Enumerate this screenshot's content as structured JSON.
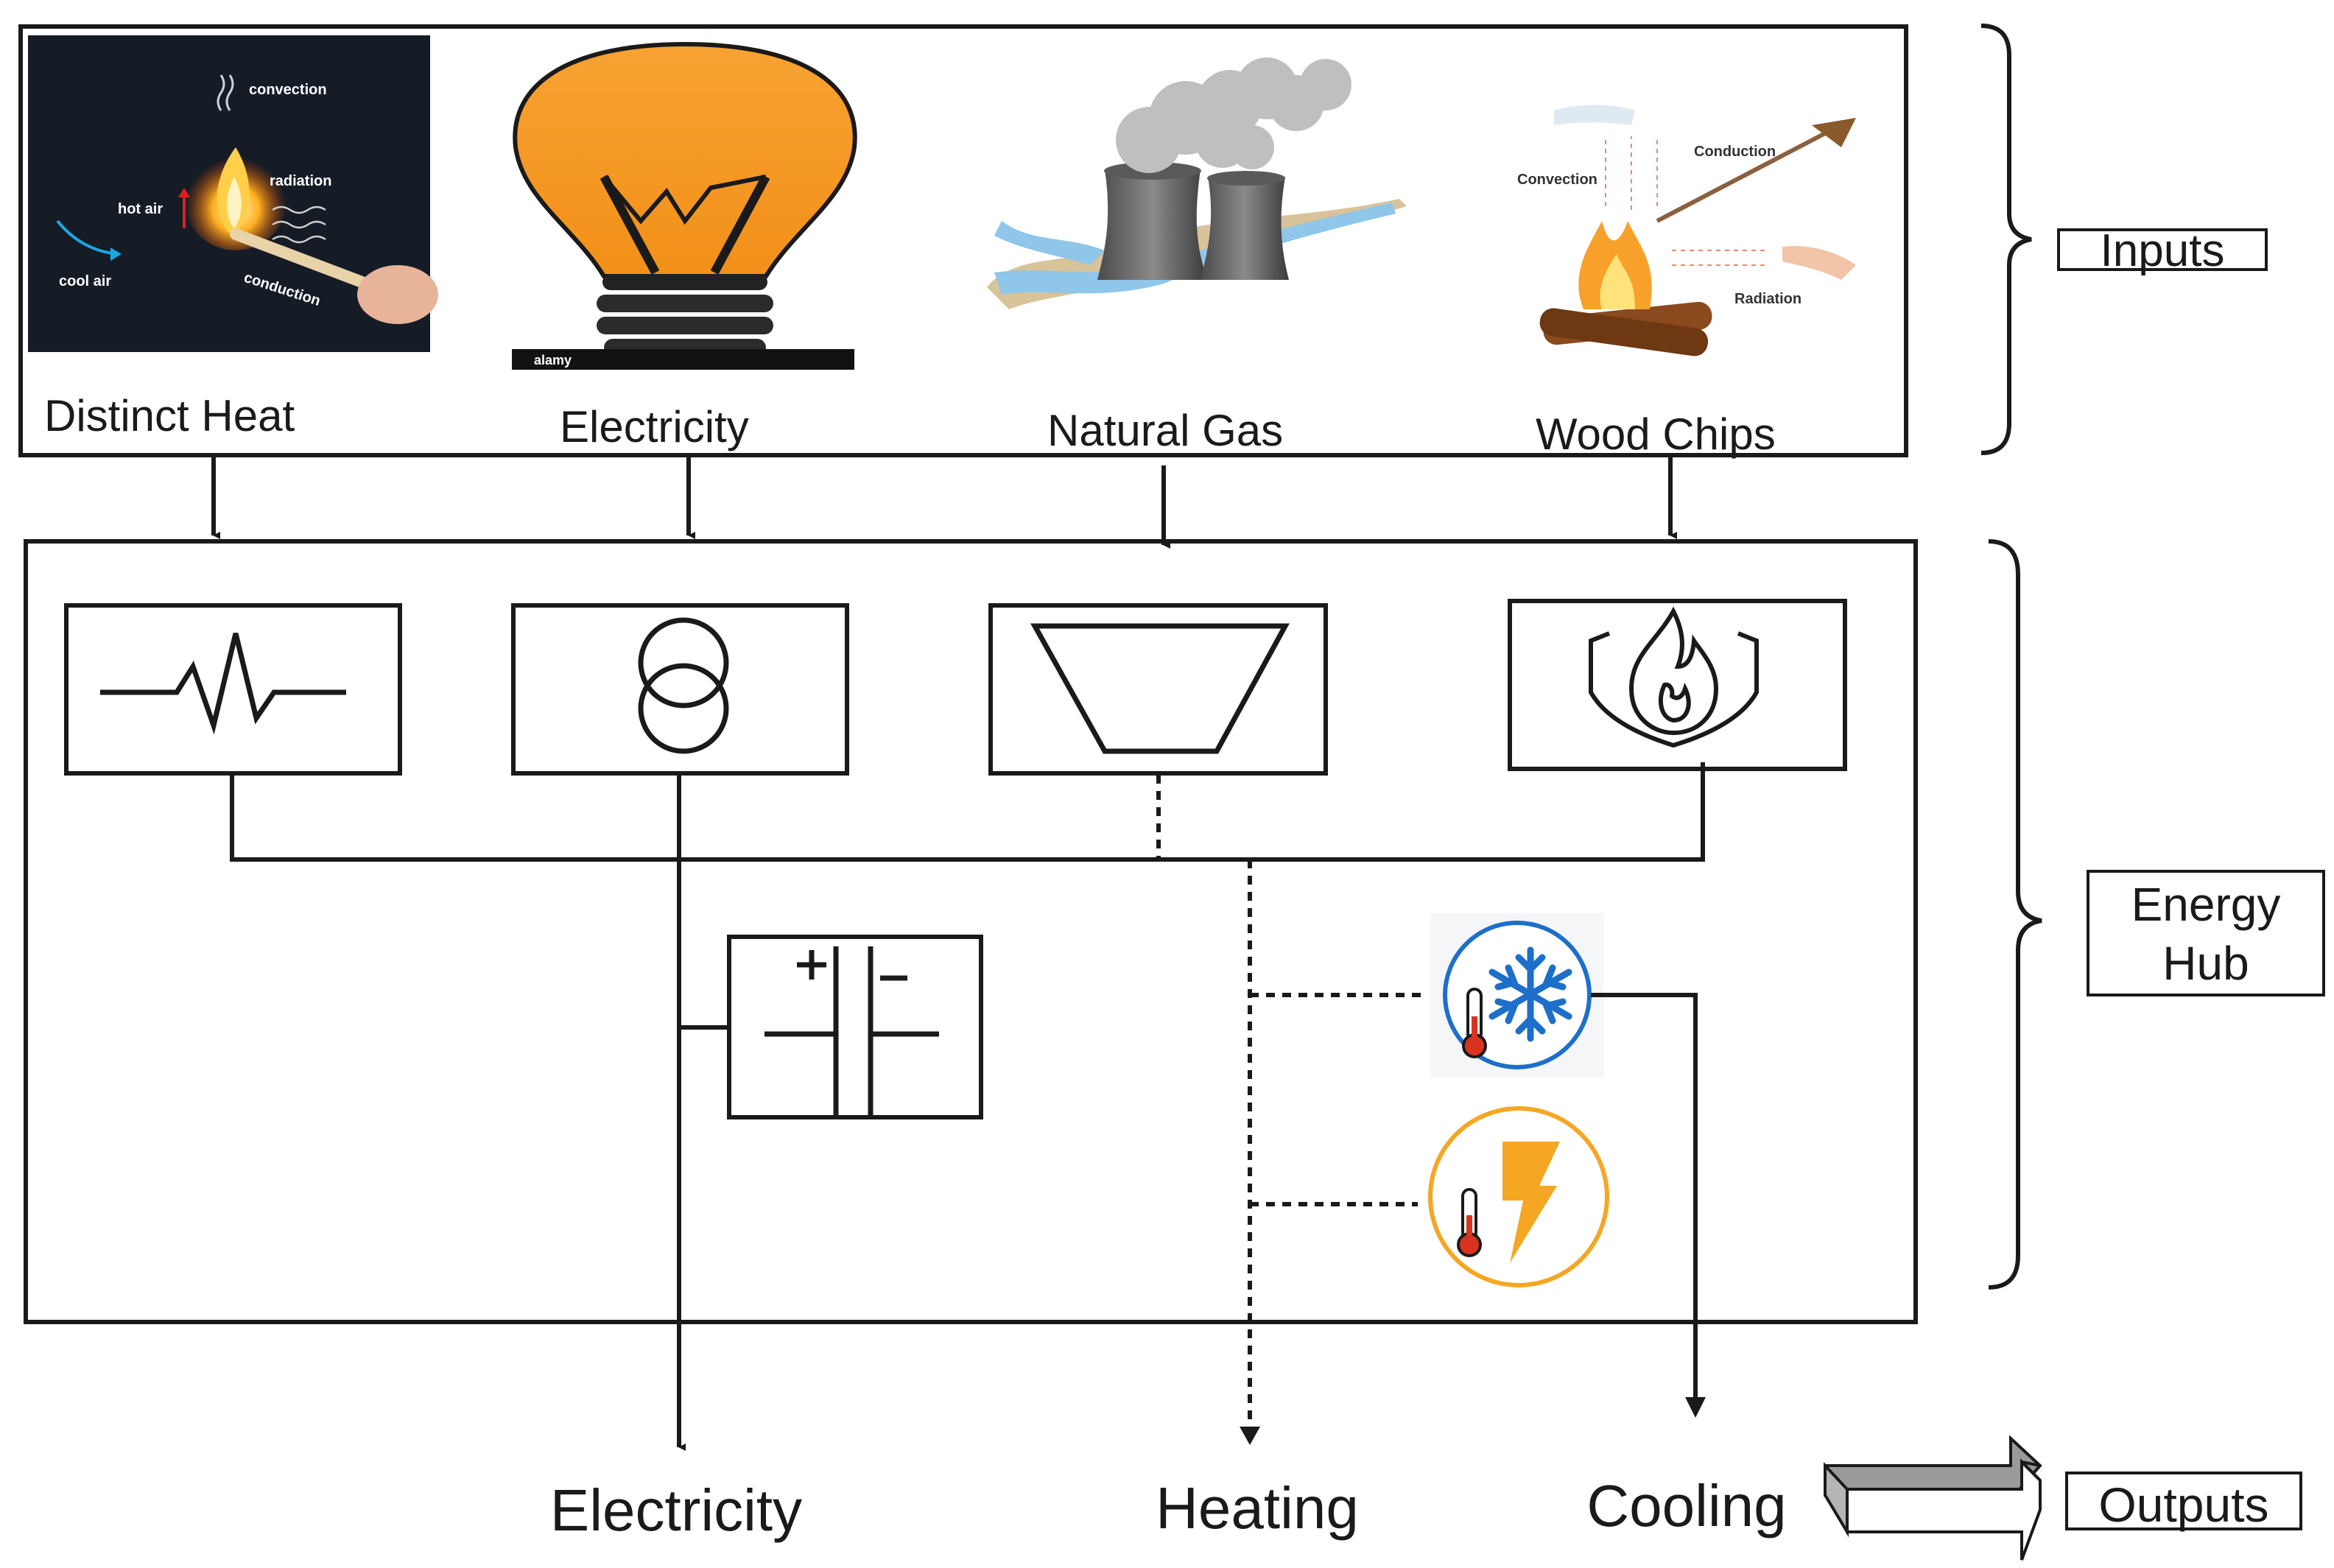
{
  "inputs": {
    "label": "Inputs",
    "items": [
      {
        "id": "distinct-heat",
        "label": "Distinct Heat"
      },
      {
        "id": "electricity",
        "label": "Electricity"
      },
      {
        "id": "natural-gas",
        "label": "Natural Gas"
      },
      {
        "id": "wood-chips",
        "label": "Wood Chips"
      }
    ]
  },
  "hub": {
    "label_line1": "Energy",
    "label_line2": "Hub",
    "components": [
      {
        "id": "heat-exchanger",
        "icon": "heat-exchanger-icon"
      },
      {
        "id": "transformer",
        "icon": "transformer-icon"
      },
      {
        "id": "gas-turbine",
        "icon": "gas-turbine-icon"
      },
      {
        "id": "boiler",
        "icon": "flame-shield-icon"
      },
      {
        "id": "battery",
        "icon": "battery-symbol-icon"
      },
      {
        "id": "chiller",
        "icon": "snowflake-thermometer-icon",
        "color": "#1d6fc9"
      },
      {
        "id": "electric-heater",
        "icon": "lightning-thermometer-icon",
        "color": "#f5a623"
      }
    ]
  },
  "outputs": {
    "label": "Outputs",
    "items": [
      {
        "id": "electricity-out",
        "label": "Electricity"
      },
      {
        "id": "heating-out",
        "label": "Heating"
      },
      {
        "id": "cooling-out",
        "label": "Cooling"
      }
    ]
  },
  "photos": {
    "heat": {
      "convection": "convection",
      "radiation": "radiation",
      "hot_air": "hot air",
      "cool_air": "cool air",
      "conduction": "conduction"
    },
    "bulb": {
      "watermark": "alamy"
    },
    "wood": {
      "convection": "Convection",
      "conduction": "Conduction",
      "radiation": "Radiation"
    }
  },
  "colors": {
    "line": "#1a1a1a",
    "bulb": "#f7a233",
    "chiller_ring": "#1d6fc9",
    "heater_ring": "#f5a623",
    "thermo_red": "#d9341f"
  }
}
